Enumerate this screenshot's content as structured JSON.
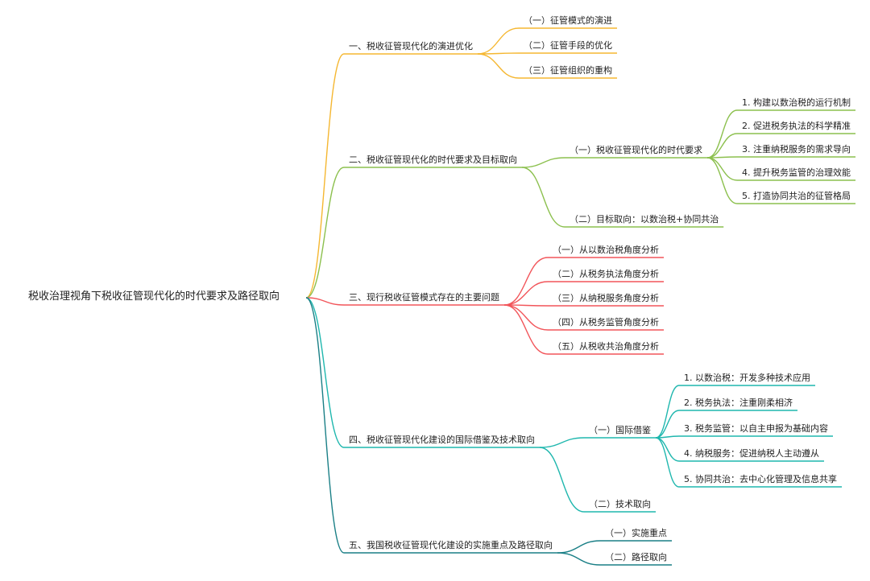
{
  "root": {
    "label": "税收治理视角下税收征管现代化的时代要求及路径取向"
  },
  "colors": {
    "branch1": "#F5B731",
    "branch2": "#8CC04E",
    "branch3": "#F2555A",
    "branch4": "#1FB7AE",
    "branch5": "#1A7F86"
  },
  "branches": [
    {
      "label": "一、税收征管现代化的演进优化",
      "children": [
        {
          "label": "（一）征管模式的演进"
        },
        {
          "label": "（二）征管手段的优化"
        },
        {
          "label": "（三）征管组织的重构"
        }
      ]
    },
    {
      "label": "二、税收征管现代化的时代要求及目标取向",
      "children": [
        {
          "label": "（一）税收征管现代化的时代要求",
          "children": [
            {
              "label": "1. 构建以数治税的运行机制"
            },
            {
              "label": "2. 促进税务执法的科学精准"
            },
            {
              "label": "3. 注重纳税服务的需求导向"
            },
            {
              "label": "4. 提升税务监管的治理效能"
            },
            {
              "label": "5. 打造协同共治的征管格局"
            }
          ]
        },
        {
          "label": "（二）目标取向：以数治税+协同共治"
        }
      ]
    },
    {
      "label": "三、现行税收征管模式存在的主要问题",
      "children": [
        {
          "label": "（一）从以数治税角度分析"
        },
        {
          "label": "（二）从税务执法角度分析"
        },
        {
          "label": "（三）从纳税服务角度分析"
        },
        {
          "label": "（四）从税务监管角度分析"
        },
        {
          "label": "（五）从税收共治角度分析"
        }
      ]
    },
    {
      "label": "四、税收征管现代化建设的国际借鉴及技术取向",
      "children": [
        {
          "label": "（一）国际借鉴",
          "children": [
            {
              "label": "1. 以数治税：开发多种技术应用"
            },
            {
              "label": "2. 税务执法：注重刚柔相济"
            },
            {
              "label": "3. 税务监管：以自主申报为基础内容"
            },
            {
              "label": "4. 纳税服务：促进纳税人主动遵从"
            },
            {
              "label": "5. 协同共治：去中心化管理及信息共享"
            }
          ]
        },
        {
          "label": "（二）技术取向"
        }
      ]
    },
    {
      "label": "五、我国税收征管现代化建设的实施重点及路径取向",
      "children": [
        {
          "label": "（一）实施重点"
        },
        {
          "label": "（二）路径取向"
        }
      ]
    }
  ]
}
